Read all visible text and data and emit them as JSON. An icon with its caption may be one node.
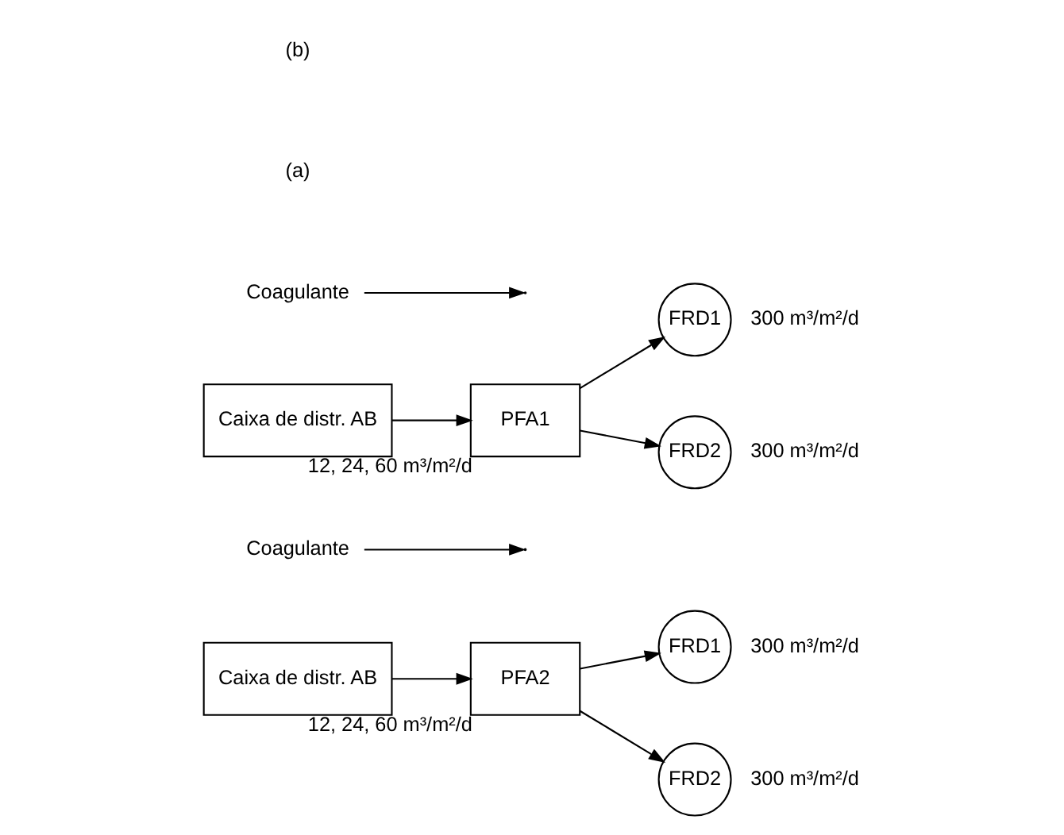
{
  "diagram": {
    "nodes": [
      {
        "text": [
          "Caixa de distr. AB"
        ]
      },
      {
        "text": [
          "PFA2"
        ],
        "beside": [
          "12, 24, 60 m³/m²/d"
        ]
      },
      {
        "text": [
          "FRD1"
        ],
        "beside": [
          "300 m³/m²/d"
        ]
      },
      {
        "text": [
          "FRD2"
        ],
        "beside": [
          "300 m³/m²/d"
        ]
      },
      {
        "text": [
          "Coagulante"
        ]
      },
      {
        "text": [
          "Caixa de distr. AB"
        ]
      },
      {
        "text": [
          "PFA1"
        ],
        "beside": [
          "12, 24, 60 m³/m²/d"
        ]
      },
      {
        "text": [
          "FRD1"
        ],
        "beside": [
          "300 m³/m²/d"
        ]
      },
      {
        "text": [
          "FRD2"
        ],
        "beside": [
          "300 m³/m²/d"
        ]
      },
      {
        "text": [
          "Coagulante"
        ]
      }
    ],
    "edges": [
      {
        "from": 0,
        "to": 1,
        "arrow": "to"
      },
      {
        "from": 4,
        "to": null,
        "arrow": "to"
      },
      {
        "from": 1,
        "to": 2,
        "arrow": "to"
      },
      {
        "from": 1,
        "to": 3,
        "arrow": "to"
      },
      {
        "from": 5,
        "to": 6,
        "arrow": "to"
      },
      {
        "from": 6,
        "to": 7,
        "arrow": "to"
      },
      {
        "from": 6,
        "to": 8,
        "arrow": "to"
      },
      {
        "from": 9,
        "to": null,
        "arrow": "to"
      }
    ],
    "labels": [
      "(a)",
      "(b)"
    ]
  }
}
